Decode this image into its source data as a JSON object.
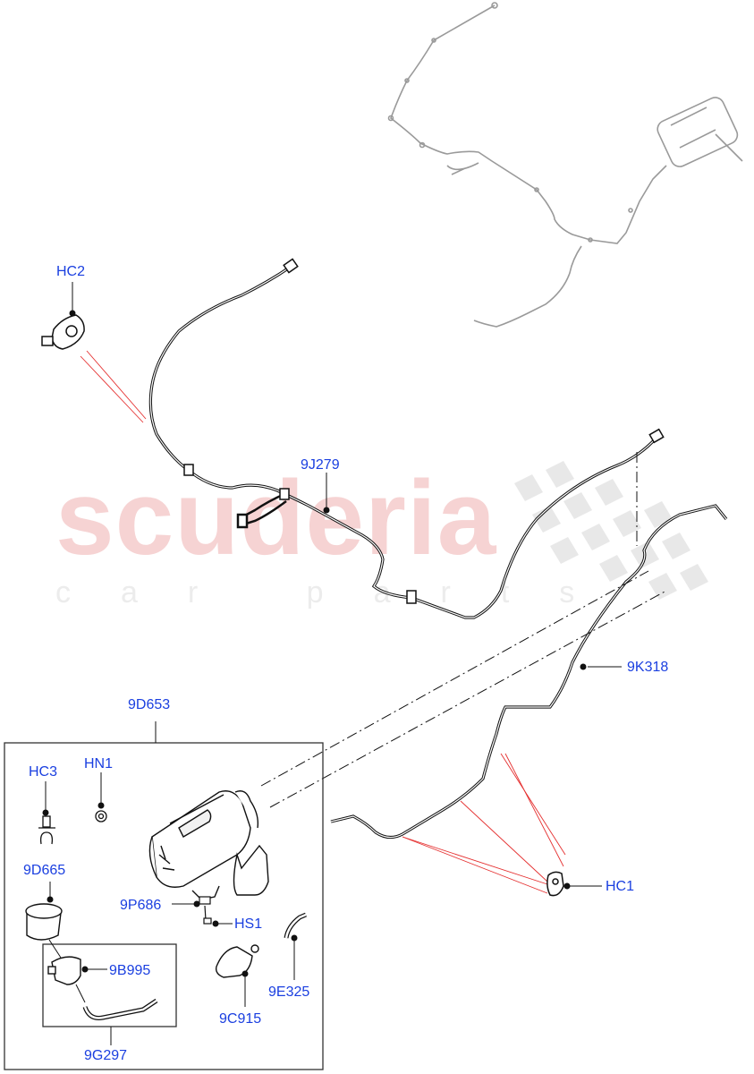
{
  "watermark": {
    "brand": "scuderia",
    "tagline": "car parts",
    "brand_color": "#f6d3d3",
    "tagline_color": "#ececec"
  },
  "colors": {
    "callout_text": "#1a3fe0",
    "line": "#111111",
    "leader_red": "#e53030",
    "overview_line": "#9a9a9a"
  },
  "callouts": {
    "hc2": "HC2",
    "j279": "9J279",
    "k318": "9K318",
    "d653": "9D653",
    "hc3": "HC3",
    "hn1": "HN1",
    "d665": "9D665",
    "p686": "9P686",
    "hs1": "HS1",
    "b995": "9B995",
    "e325": "9E325",
    "c915": "9C915",
    "g297": "9G297",
    "hc1": "HC1"
  }
}
